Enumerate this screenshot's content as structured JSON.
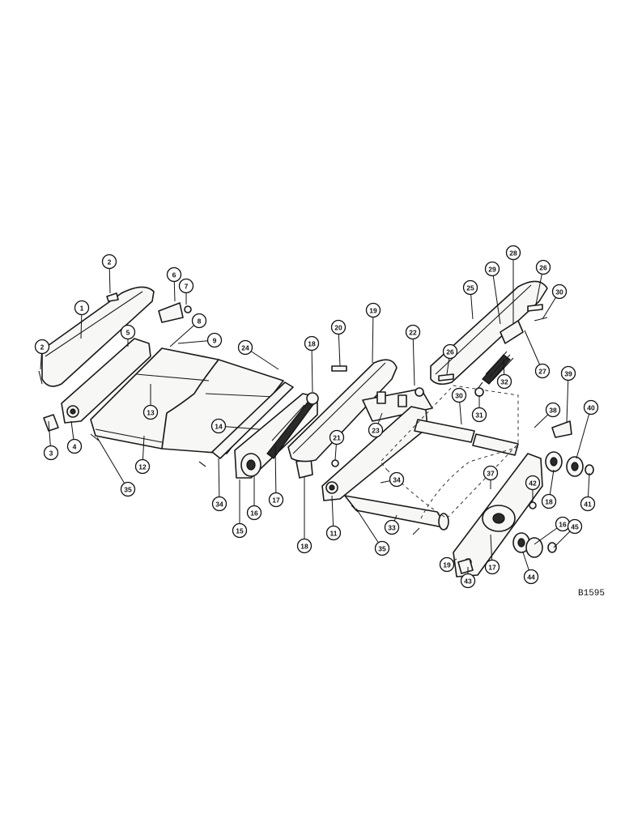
{
  "figure_id": "B1595",
  "callouts": [
    {
      "n": "1"
    },
    {
      "n": "2"
    },
    {
      "n": "2"
    },
    {
      "n": "3"
    },
    {
      "n": "4"
    },
    {
      "n": "5"
    },
    {
      "n": "6"
    },
    {
      "n": "7"
    },
    {
      "n": "8"
    },
    {
      "n": "9"
    },
    {
      "n": "24"
    },
    {
      "n": "13"
    },
    {
      "n": "12"
    },
    {
      "n": "14"
    },
    {
      "n": "35"
    },
    {
      "n": "34"
    },
    {
      "n": "15"
    },
    {
      "n": "16"
    },
    {
      "n": "17"
    },
    {
      "n": "18"
    },
    {
      "n": "18"
    },
    {
      "n": "20"
    },
    {
      "n": "19"
    },
    {
      "n": "22"
    },
    {
      "n": "21"
    },
    {
      "n": "23"
    },
    {
      "n": "11"
    },
    {
      "n": "34"
    },
    {
      "n": "33"
    },
    {
      "n": "35"
    },
    {
      "n": "25"
    },
    {
      "n": "29"
    },
    {
      "n": "28"
    },
    {
      "n": "26"
    },
    {
      "n": "30"
    },
    {
      "n": "26"
    },
    {
      "n": "27"
    },
    {
      "n": "32"
    },
    {
      "n": "31"
    },
    {
      "n": "30"
    },
    {
      "n": "39"
    },
    {
      "n": "38"
    },
    {
      "n": "37"
    },
    {
      "n": "40"
    },
    {
      "n": "42"
    },
    {
      "n": "18"
    },
    {
      "n": "16"
    },
    {
      "n": "41"
    },
    {
      "n": "45"
    },
    {
      "n": "44"
    },
    {
      "n": "17"
    },
    {
      "n": "19"
    },
    {
      "n": "43"
    }
  ]
}
